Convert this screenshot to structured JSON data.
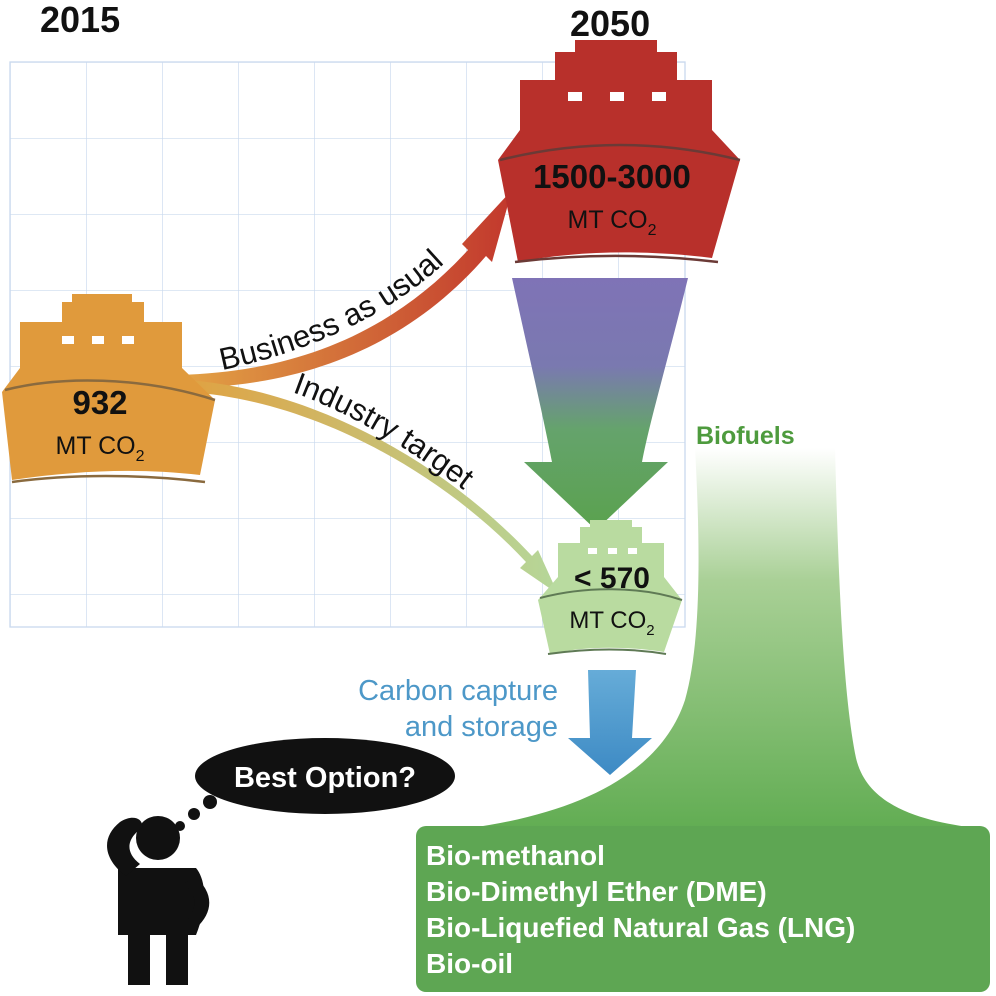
{
  "years": {
    "start": "2015",
    "end": "2050"
  },
  "ships": {
    "current": {
      "value": "932",
      "unit_prefix": "MT CO",
      "unit_sub": "2",
      "color": "#e09a3c"
    },
    "bau": {
      "value": "1500-3000",
      "unit_prefix": "MT CO",
      "unit_sub": "2",
      "color": "#b8302b"
    },
    "target": {
      "value": "< 570",
      "unit_prefix": "MT CO",
      "unit_sub": "2",
      "color": "#b9dba0"
    }
  },
  "paths": {
    "business_as_usual": "Business as usual",
    "industry_target": "Industry target"
  },
  "technologies": {
    "biofuels_label": "Biofuels",
    "ccs_line1": "Carbon capture",
    "ccs_line2": "and storage",
    "biofuels_color": "#5aa84c",
    "ccs_color": "#4d98c8"
  },
  "thought_bubble": "Best Option?",
  "biofuel_options": [
    "Bio-methanol",
    "Bio-Dimethyl Ether (DME)",
    "Bio-Liquefied Natural Gas (LNG)",
    "Bio-oil"
  ]
}
